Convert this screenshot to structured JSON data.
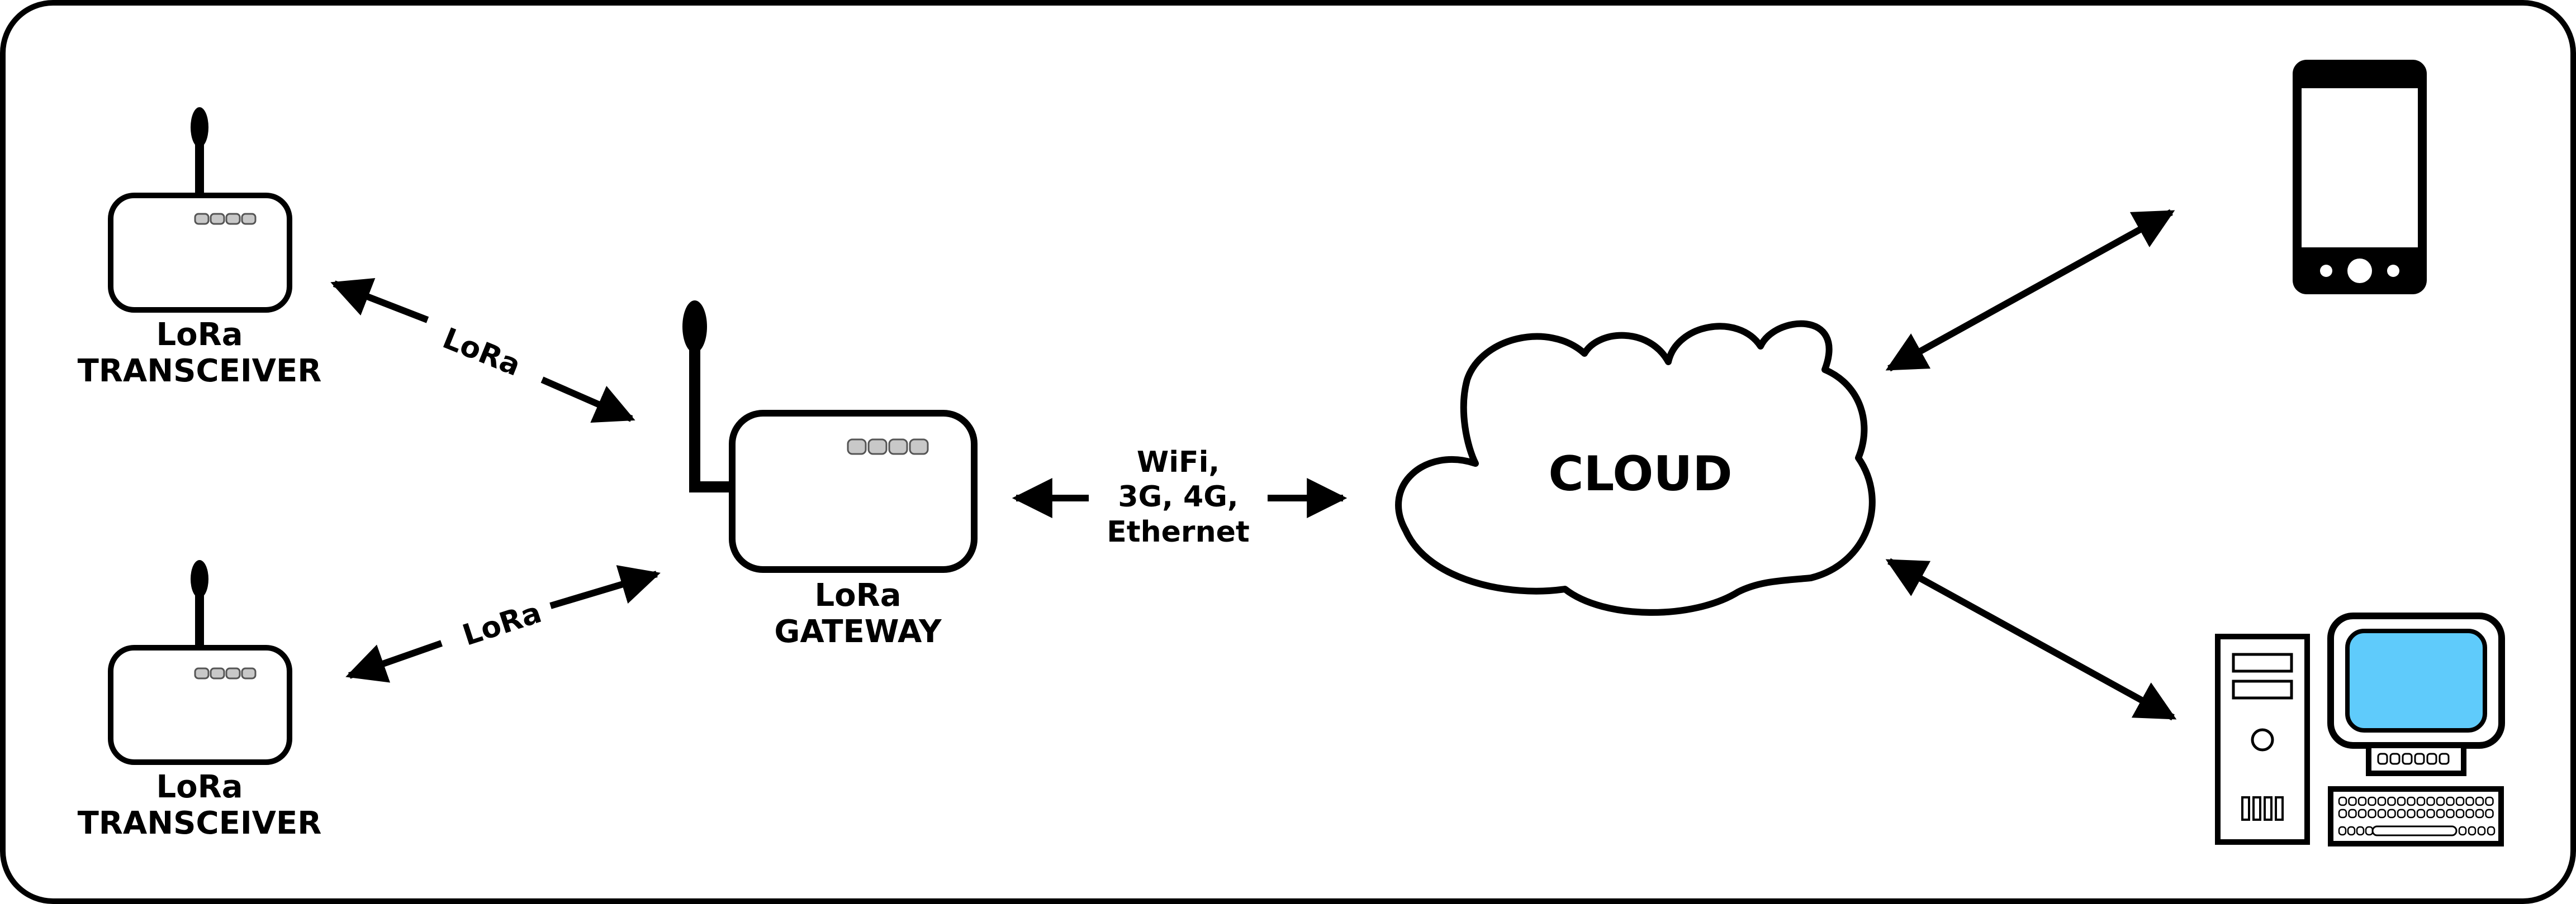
{
  "nodes": {
    "transceiver_top": {
      "line1": "LoRa",
      "line2": "TRANSCEIVER"
    },
    "transceiver_bottom": {
      "line1": "LoRa",
      "line2": "TRANSCEIVER"
    },
    "gateway": {
      "line1": "LoRa",
      "line2": "GATEWAY"
    },
    "cloud": {
      "label": "CLOUD"
    }
  },
  "links": {
    "lora_top": "LoRa",
    "lora_bottom": "LoRa",
    "backhaul": {
      "line1": "WiFi,",
      "line2": "3G, 4G,",
      "line3": "Ethernet"
    }
  },
  "icons": {
    "transceiver": "radio-transceiver-icon",
    "gateway": "gateway-router-icon",
    "cloud": "cloud-icon",
    "phone": "smartphone-icon",
    "computer": "desktop-computer-icon"
  },
  "colors": {
    "stroke": "#000000",
    "monitor_screen": "#5fcbfb",
    "leds": "#c8c8c8"
  }
}
